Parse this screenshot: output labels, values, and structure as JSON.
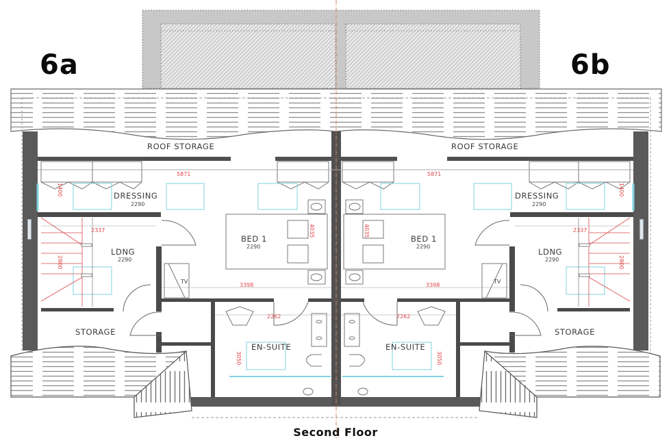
{
  "drawing": {
    "title": "Second Floor",
    "colors": {
      "wall": "#5a5a5a",
      "wall_dark": "#4a4a4a",
      "line": "#888888",
      "dimension": "#e2474a",
      "furniture_cyan": "#7fd3e0",
      "centerline": "#d9835a",
      "roof_hatch": "#c8c8c8"
    }
  },
  "units": [
    {
      "id": "6a",
      "label": "6a",
      "rooms": {
        "roof_storage": "ROOF STORAGE",
        "dressing": {
          "name": "DRESSING",
          "ceiling": "2290"
        },
        "landing": {
          "name": "LDNG",
          "ceiling": "2290"
        },
        "bedroom": {
          "name": "BED 1",
          "ceiling": "2290"
        },
        "storage": "STORAGE",
        "ensuite": "EN-SUITE"
      },
      "fixtures": {
        "tv": "TV"
      },
      "dimensions": {
        "dressing_width": "5871",
        "landing_width": "2337",
        "stair_length": "2800",
        "bedroom_width": "3398",
        "ensuite_width": "2262",
        "ensuite_length": "3050",
        "bed_depth": "4035",
        "dressing_depth": "1400"
      }
    },
    {
      "id": "6b",
      "label": "6b",
      "rooms": {
        "roof_storage": "ROOF STORAGE",
        "dressing": {
          "name": "DRESSING",
          "ceiling": "2290"
        },
        "landing": {
          "name": "LDNG",
          "ceiling": "2290"
        },
        "bedroom": {
          "name": "BED 1",
          "ceiling": "2290"
        },
        "storage": "STORAGE",
        "ensuite": "EN-SUITE"
      },
      "fixtures": {
        "tv": "TV"
      },
      "dimensions": {
        "dressing_width": "5871",
        "landing_width": "2337",
        "stair_length": "2800",
        "bedroom_width": "3398",
        "ensuite_width": "2262",
        "ensuite_length": "3050",
        "bed_depth": "4035",
        "dressing_depth": "1400"
      }
    }
  ]
}
